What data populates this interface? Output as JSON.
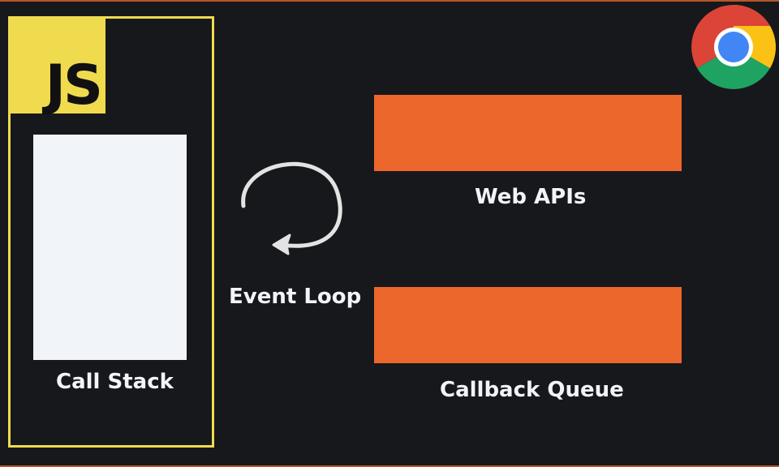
{
  "logo": {
    "text": "JS",
    "color": "#f0db4f"
  },
  "call_stack": {
    "label": "Call Stack"
  },
  "event_loop": {
    "label": "Event Loop",
    "icon": "loop-arrow-icon"
  },
  "web_apis": {
    "label": "Web APIs",
    "color": "#ec672c"
  },
  "callback_queue": {
    "label": "Callback Queue",
    "color": "#ec672c"
  },
  "browser": {
    "icon": "chrome-icon"
  },
  "colors": {
    "background": "#17181c",
    "accent_yellow": "#f0db4f",
    "accent_orange": "#ec672c",
    "stack_fill": "#f1f4f9"
  }
}
